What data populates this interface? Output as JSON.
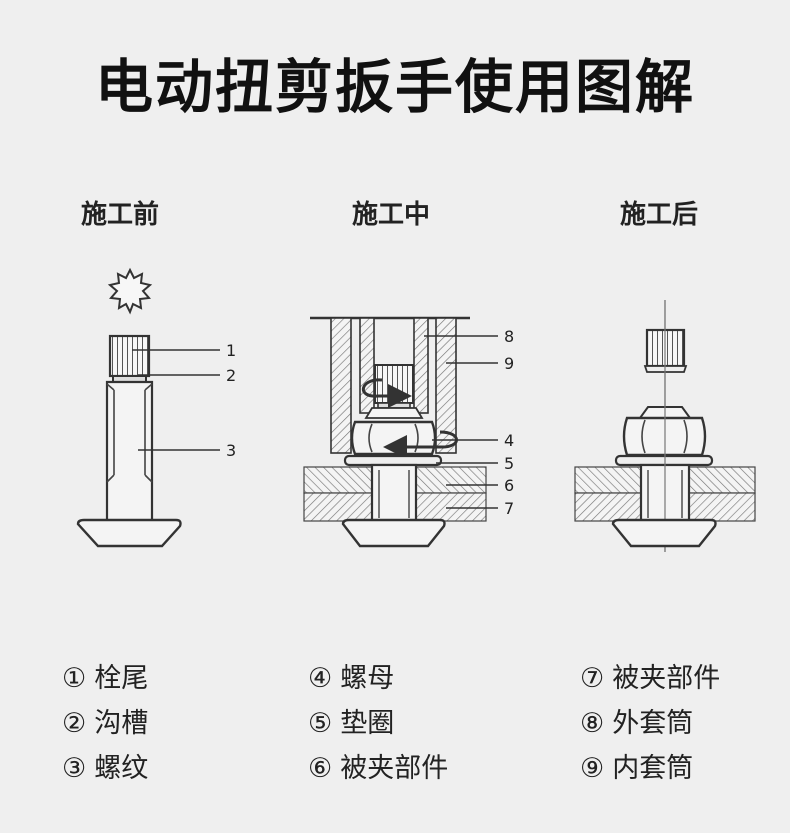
{
  "title": "电动扭剪扳手使用图解",
  "stages": {
    "before": "施工前",
    "during": "施工中",
    "after": "施工后"
  },
  "callout_numbers": [
    "1",
    "2",
    "3",
    "4",
    "5",
    "6",
    "7",
    "8",
    "9"
  ],
  "legend": [
    [
      {
        "num": "①",
        "label": "栓尾"
      },
      {
        "num": "②",
        "label": "沟槽"
      },
      {
        "num": "③",
        "label": "螺纹"
      }
    ],
    [
      {
        "num": "④",
        "label": "螺母"
      },
      {
        "num": "⑤",
        "label": "垫圈"
      },
      {
        "num": "⑥",
        "label": "被夹部件"
      }
    ],
    [
      {
        "num": "⑦",
        "label": "被夹部件"
      },
      {
        "num": "⑧",
        "label": "外套筒"
      },
      {
        "num": "⑨",
        "label": "内套筒"
      }
    ]
  ]
}
